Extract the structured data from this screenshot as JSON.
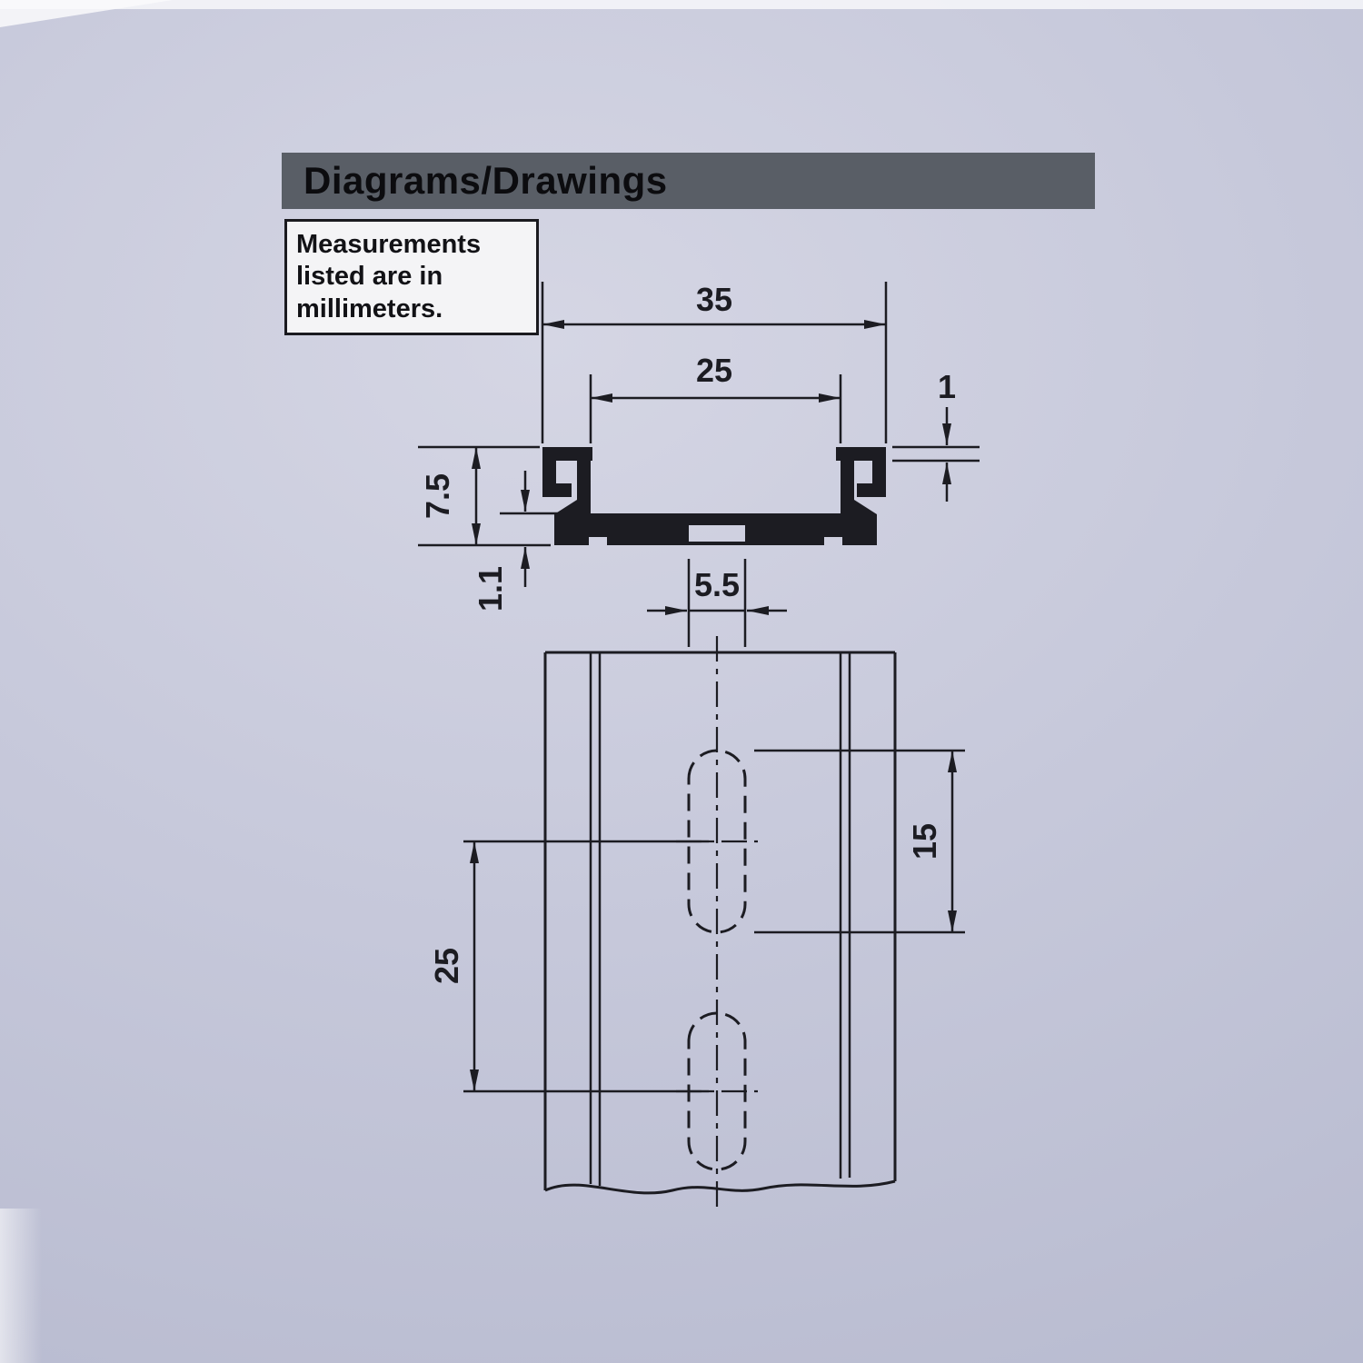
{
  "colors": {
    "paper": "#c7c9da",
    "header_bg": "#595e66",
    "ink": "#1c1c22",
    "note_bg": "#f4f4f6"
  },
  "header": {
    "title": "Diagrams/Drawings"
  },
  "note": {
    "text": "Measurements listed are in millimeters."
  },
  "cross_section_view": {
    "dimensions": {
      "overall_width": "35",
      "inner_width": "25",
      "flange_thickness": "1",
      "height": "7.5",
      "base_thickness": "1.1",
      "slot_width": "5.5"
    }
  },
  "top_view": {
    "dimensions": {
      "slot_length": "15",
      "slot_spacing": "25"
    }
  }
}
